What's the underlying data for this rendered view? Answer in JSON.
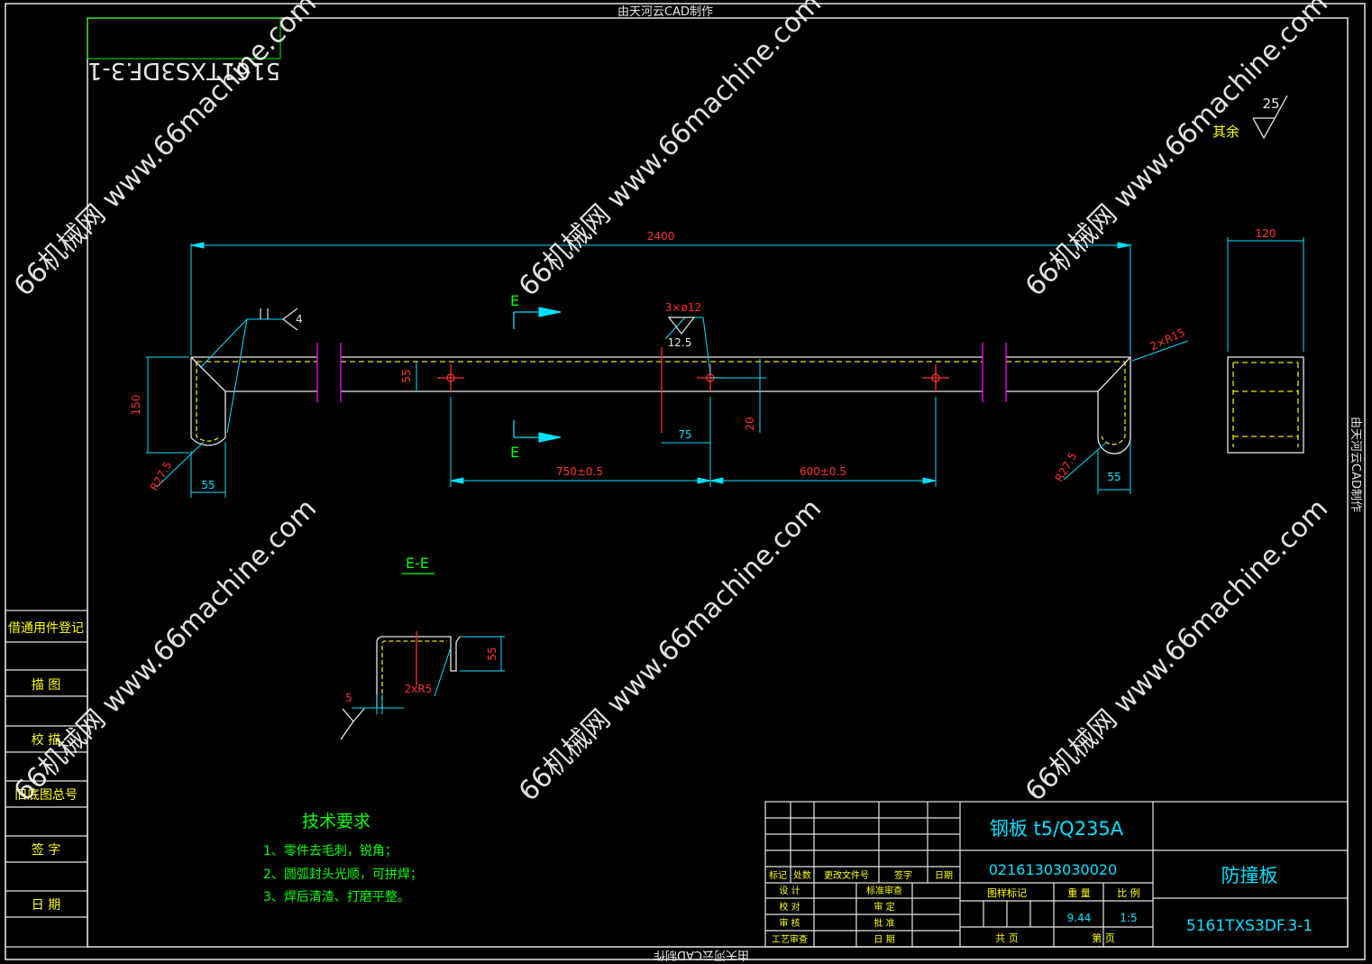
{
  "header": {
    "top_note": "由天河云CAD制作",
    "bottom_note": "由天河云CAD制作",
    "right_note": "由天河云CAD制作",
    "mirrored_code": "5161TXS3DF.3-1"
  },
  "watermark": "66机械网 www.66machine.com",
  "roughness": {
    "value": "25",
    "label": "其余"
  },
  "dimensions": {
    "overall_length": "2400",
    "side_width": "120",
    "height": "150",
    "flange": "55",
    "flange_right": "55",
    "flange_left": "55",
    "hole_spec": "3×ø12",
    "roughness_hole": "12.5",
    "offset_75": "75",
    "offset_20": "20",
    "span_left": "750±0.5",
    "span_right": "600±0.5",
    "radius_left": "R27.5",
    "radius_right": "R27.5",
    "radius_corner": "2×R15",
    "weld": "4",
    "section_55": "55",
    "section_r5": "2xR5",
    "section_5": "5"
  },
  "section": {
    "mark": "E",
    "title": "E-E"
  },
  "left_strip": {
    "rows": [
      "借通用件登记",
      "描  图",
      "校  描",
      "旧底图总号",
      "签  字",
      "日  期"
    ]
  },
  "tech": {
    "title": "技术要求",
    "items": [
      "1、零件去毛刺，锐角；",
      "2、圆弧封头光顺，可拼焊；",
      "3、焊后清渣、打磨平整。"
    ]
  },
  "title_block": {
    "material": "钢板 t5/Q235A",
    "drawing_no": "02161303030020",
    "part_name": "防撞板",
    "code": "5161TXS3DF.3-1",
    "rev_headers": [
      "标记",
      "处数",
      "更改文件号",
      "签字",
      "日期"
    ],
    "sign_left": [
      "设  计",
      "校  对",
      "审  核",
      "工艺审查"
    ],
    "sign_right": [
      "标准审查",
      "审  定",
      "批  准",
      "日  期"
    ],
    "col_headers": [
      "图样标记",
      "重  量",
      "比  例"
    ],
    "weight": "9.44",
    "scale": "1:5",
    "total_pages": "共    页",
    "page_no": "第    页"
  }
}
